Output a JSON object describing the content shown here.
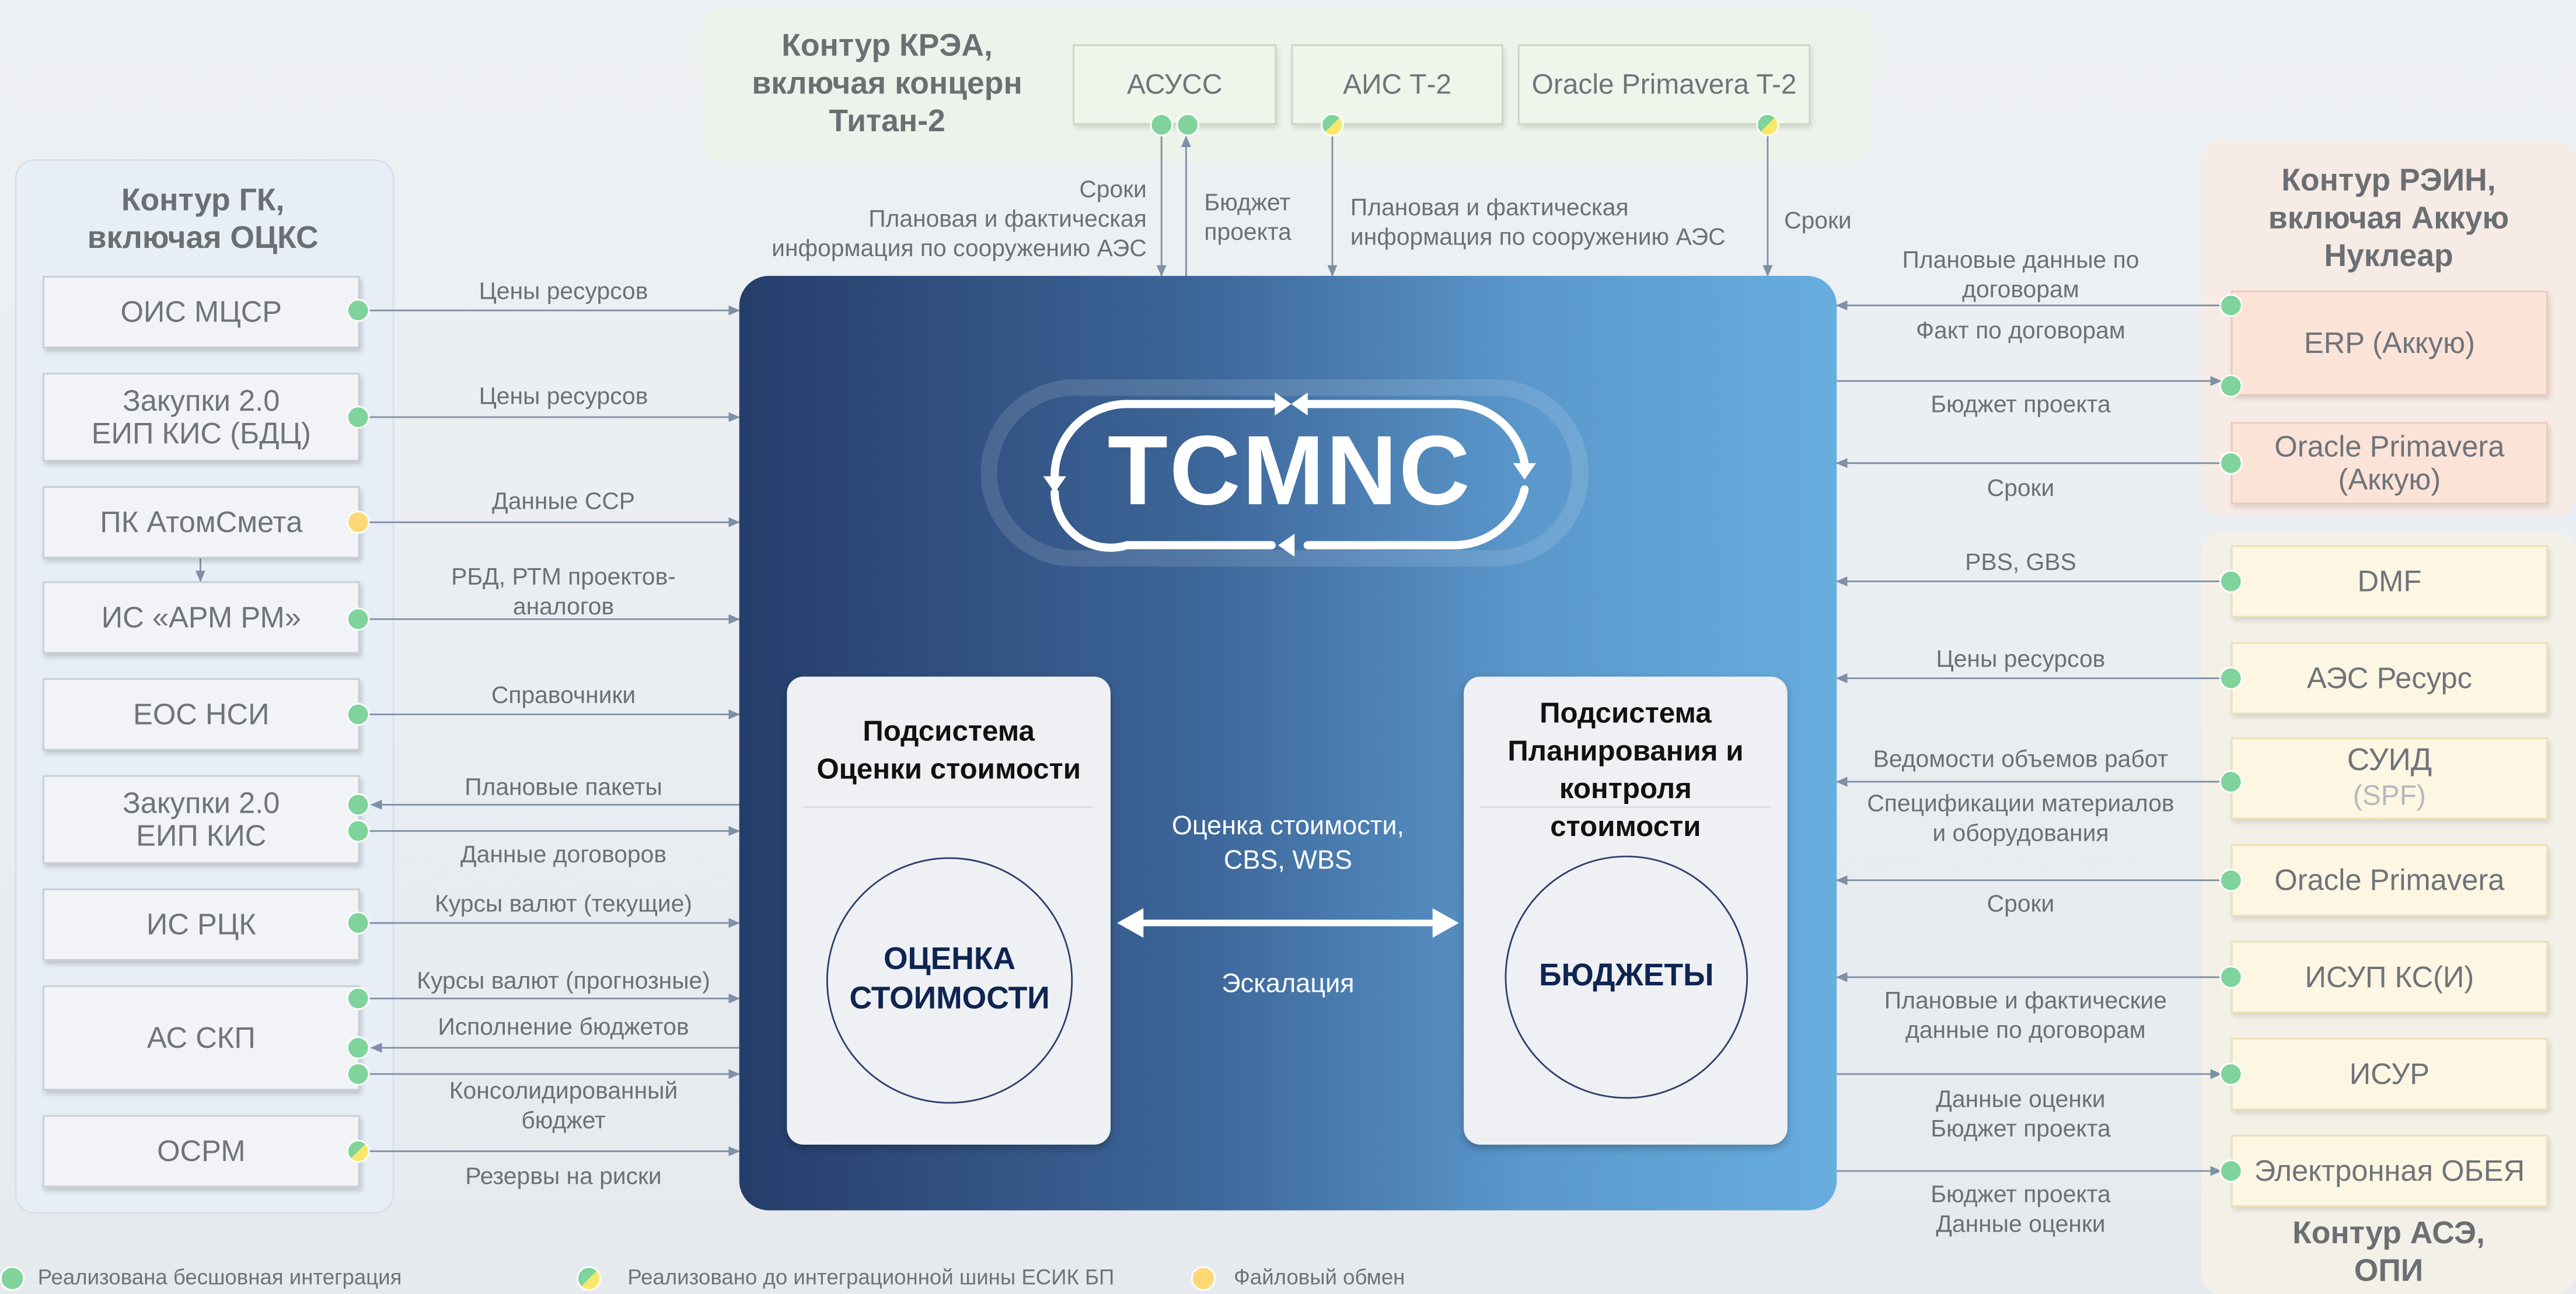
{
  "central": {
    "logo": "TCMNC",
    "left_subsystem": {
      "title": "Подсистема\nОценки стоимости",
      "circle": "ОЦЕНКА\nСТОИМОСТИ"
    },
    "right_subsystem": {
      "title": "Подсистема\nПланирования и\nконтроля\nстоимости",
      "circle": "БЮДЖЕТЫ"
    },
    "exchange_label": "Оценка стоимости,\nCBS, WBS",
    "escalation_label": "Эскалация"
  },
  "contour_gk": {
    "title": "Контур ГК,\nвключая ОЦКС",
    "systems": [
      "ОИС МЦСР",
      "Закупки 2.0\nЕИП КИС (БДЦ)",
      "ПК АтомСмета",
      "ИС «АРМ РМ»",
      "ЕОС НСИ",
      "Закупки 2.0\nЕИП КИС",
      "ИС РЦК",
      "АС СКП",
      "ОСРМ"
    ],
    "flows": [
      "Цены ресурсов",
      "Цены ресурсов",
      "Данные ССР",
      "РБД, РТМ проектов-\nаналогов",
      "Справочники",
      "Плановые пакеты",
      "Данные договоров",
      "Курсы валют (текущие)",
      "Курсы валют (прогнозные)",
      "Исполнение бюджетов",
      "Консолидированный\nбюджет",
      "Резервы на риски"
    ]
  },
  "contour_krea": {
    "title": "Контур КРЭА,\nвключая концерн\nТитан-2",
    "systems": [
      "АСУСС",
      "АИС Т-2",
      "Oracle Primavera T-2"
    ],
    "flows": [
      "Сроки\nПлановая и фактическая\nинформация по сооружению АЭС",
      "Бюджет\nпроекта",
      "Плановая и фактическая\nинформация по сооружению АЭС",
      "Сроки"
    ]
  },
  "contour_rein": {
    "title": "Контур РЭИН,\nвключая Аккую\nНуклеар",
    "systems": [
      "ERP (Аккую)",
      "Oracle Primavera\n(Аккую)"
    ],
    "flows": [
      "Плановые данные по\nдоговорам",
      "Факт по договорам",
      "Бюджет проекта",
      "Сроки"
    ]
  },
  "contour_ase": {
    "title": "Контур АСЭ,\nОПИ",
    "systems": [
      "DMF",
      "АЭС Ресурс",
      "СУИД",
      "Oracle Primavera",
      "ИСУП КС(И)",
      "ИСУР",
      "Электронная ОБЕЯ"
    ],
    "suid_sub": "(SPF)",
    "flows": [
      "PBS, GBS",
      "Цены ресурсов",
      "Ведомости объемов работ",
      "Спецификации материалов\nи оборудования",
      "Сроки",
      "Плановые и фактические\nданные по договорам",
      "Данные оценки\nБюджет проекта",
      "Бюджет проекта\nДанные оценки"
    ]
  },
  "legend": [
    "Реализована бесшовная интеграция",
    "Реализовано до интеграционной шины ЕСИК БП",
    "Файловый обмен"
  ],
  "colors": {
    "seamless": "#7fd39b",
    "bus": "#f7e86a",
    "file": "#ffd876",
    "central_dark": "#263d6b",
    "central_light": "#68addf"
  }
}
